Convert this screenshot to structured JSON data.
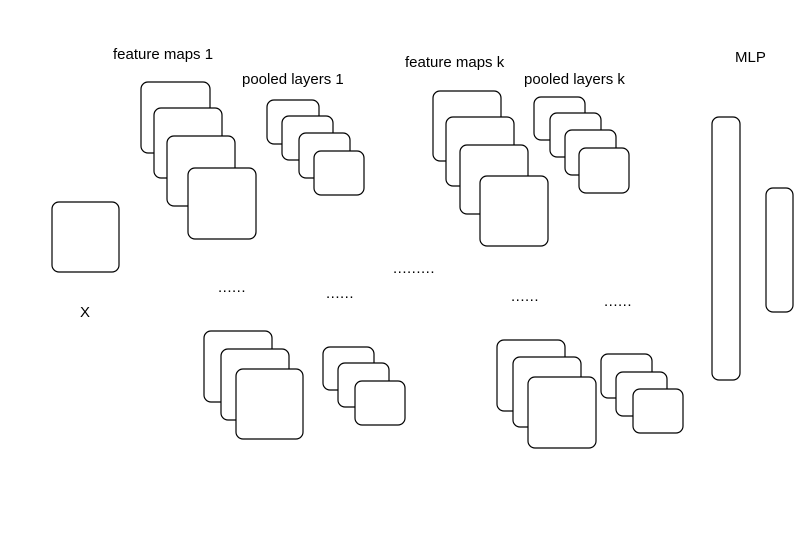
{
  "labels": {
    "input": "X",
    "feature_maps_first": "feature maps 1",
    "pooled_layers_first": "pooled layers 1",
    "feature_maps_last": "feature maps k",
    "pooled_layers_last": "pooled layers k",
    "mlp": "MLP"
  },
  "ellipses": {
    "feature_maps_first": "......",
    "pooled_layers_first": "......",
    "between_stages": ".........",
    "feature_maps_last": "......",
    "pooled_layers_last": "......"
  }
}
